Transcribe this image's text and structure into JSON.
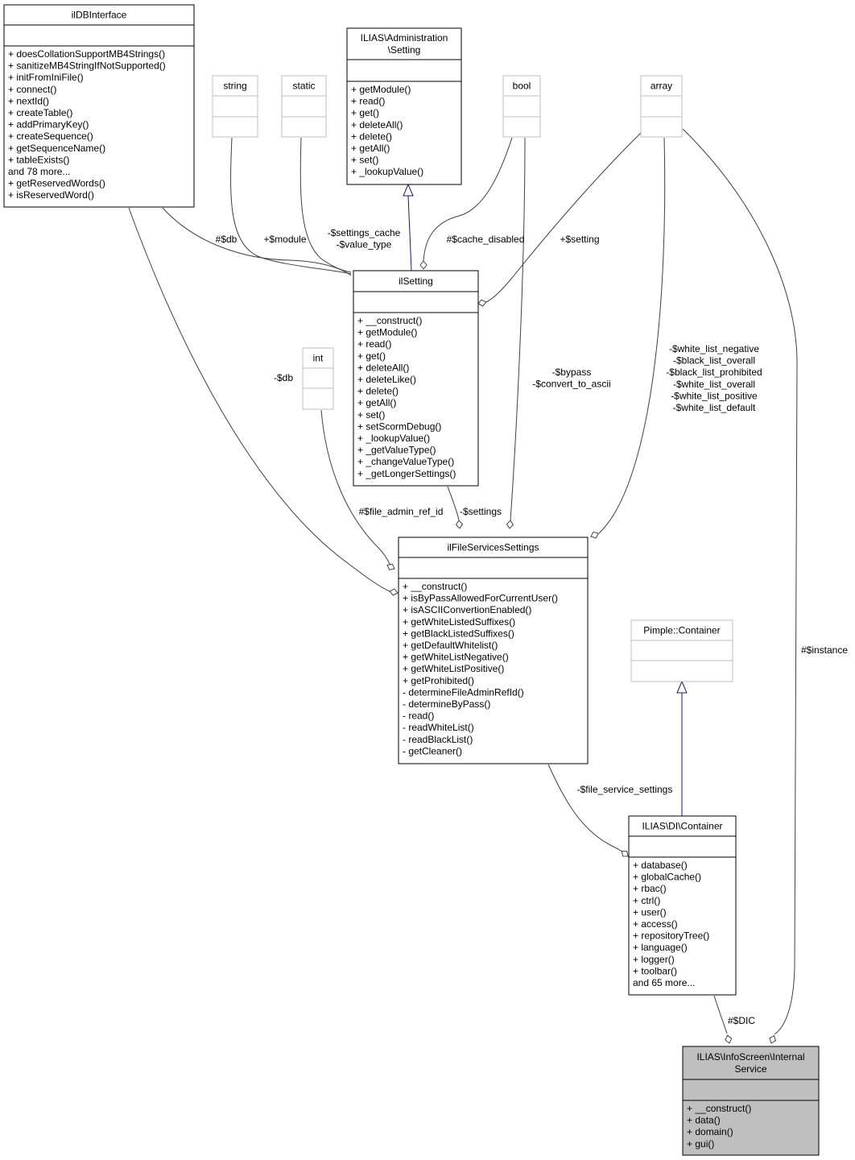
{
  "classes": {
    "ildbinterface": {
      "title": [
        "ilDBInterface"
      ],
      "attributes": [],
      "methods": [
        "+ doesCollationSupportMB4Strings()",
        "+ sanitizeMB4StringIfNotSupported()",
        "+ initFromIniFile()",
        "+ connect()",
        "+ nextId()",
        "+ createTable()",
        "+ addPrimaryKey()",
        "+ createSequence()",
        "+ getSequenceName()",
        "+ tableExists()",
        "and 78 more...",
        "+ getReservedWords()",
        "+ isReservedWord()"
      ],
      "style": "normal"
    },
    "string": {
      "title": [
        "string"
      ],
      "attributes": [],
      "methods": [],
      "style": "gray"
    },
    "static": {
      "title": [
        "static"
      ],
      "attributes": [],
      "methods": [],
      "style": "gray"
    },
    "admin_setting": {
      "title": [
        "ILIAS\\Administration",
        "\\Setting"
      ],
      "attributes": [],
      "methods": [
        "+ getModule()",
        "+ read()",
        "+ get()",
        "+ deleteAll()",
        "+ delete()",
        "+ getAll()",
        "+ set()",
        "+ _lookupValue()"
      ],
      "style": "normal"
    },
    "bool": {
      "title": [
        "bool"
      ],
      "attributes": [],
      "methods": [],
      "style": "gray"
    },
    "array": {
      "title": [
        "array"
      ],
      "attributes": [],
      "methods": [],
      "style": "gray"
    },
    "ilsetting": {
      "title": [
        "ilSetting"
      ],
      "attributes": [],
      "methods": [
        "+ __construct()",
        "+ getModule()",
        "+ read()",
        "+ get()",
        "+ deleteAll()",
        "+ deleteLike()",
        "+ delete()",
        "+ getAll()",
        "+ set()",
        "+ setScormDebug()",
        "+ _lookupValue()",
        "+ _getValueType()",
        "+ _changeValueType()",
        "+ _getLongerSettings()"
      ],
      "style": "normal"
    },
    "int": {
      "title": [
        "int"
      ],
      "attributes": [],
      "methods": [],
      "style": "gray"
    },
    "filesettings": {
      "title": [
        "ilFileServicesSettings"
      ],
      "attributes": [],
      "methods": [
        "+ __construct()",
        "+ isByPassAllowedForCurrentUser()",
        "+ isASCIIConvertionEnabled()",
        "+ getWhiteListedSuffixes()",
        "+ getBlackListedSuffixes()",
        "+ getDefaultWhitelist()",
        "+ getWhiteListNegative()",
        "+ getWhiteListPositive()",
        "+ getProhibited()",
        "- determineFileAdminRefId()",
        "- determineByPass()",
        "- read()",
        "- readWhiteList()",
        "- readBlackList()",
        "- getCleaner()"
      ],
      "style": "normal"
    },
    "pimple": {
      "title": [
        "Pimple::Container"
      ],
      "attributes": [],
      "methods": [],
      "style": "gray"
    },
    "di_container": {
      "title": [
        "ILIAS\\DI\\Container"
      ],
      "attributes": [],
      "methods": [
        "+ database()",
        "+ globalCache()",
        "+ rbac()",
        "+ ctrl()",
        "+ user()",
        "+ access()",
        "+ repositoryTree()",
        "+ language()",
        "+ logger()",
        "+ toolbar()",
        "and 65 more..."
      ],
      "style": "normal"
    },
    "internal_service": {
      "title": [
        "ILIAS\\InfoScreen\\Internal",
        "Service"
      ],
      "attributes": [],
      "methods": [
        "+ __construct()",
        "+ data()",
        "+ domain()",
        "+ gui()"
      ],
      "style": "highlight"
    }
  },
  "edge_labels": {
    "db_setting": [
      "#$db"
    ],
    "module": [
      "+$module"
    ],
    "settings_cache": [
      "-$settings_cache",
      "-$value_type"
    ],
    "cache_disabled": [
      "#$cache_disabled"
    ],
    "setting": [
      "+$setting"
    ],
    "db_file": [
      "-$db"
    ],
    "bypass": [
      "-$bypass",
      "-$convert_to_ascii"
    ],
    "white_list": [
      "-$white_list_negative",
      "-$black_list_overall",
      "-$black_list_prohibited",
      "-$white_list_overall",
      "-$white_list_positive",
      "-$white_list_default"
    ],
    "file_admin_ref": [
      "#$file_admin_ref_id"
    ],
    "settings": [
      "-$settings"
    ],
    "instance": [
      "#$instance"
    ],
    "file_service_settings": [
      "-$file_service_settings"
    ],
    "dic": [
      "#$DIC"
    ]
  },
  "colors": {
    "box_stroke": "#000000",
    "gray_stroke": "#bfbfbf",
    "highlight_fill": "#bfbfbf",
    "edge": "#404040",
    "inheritance": "#191970"
  }
}
